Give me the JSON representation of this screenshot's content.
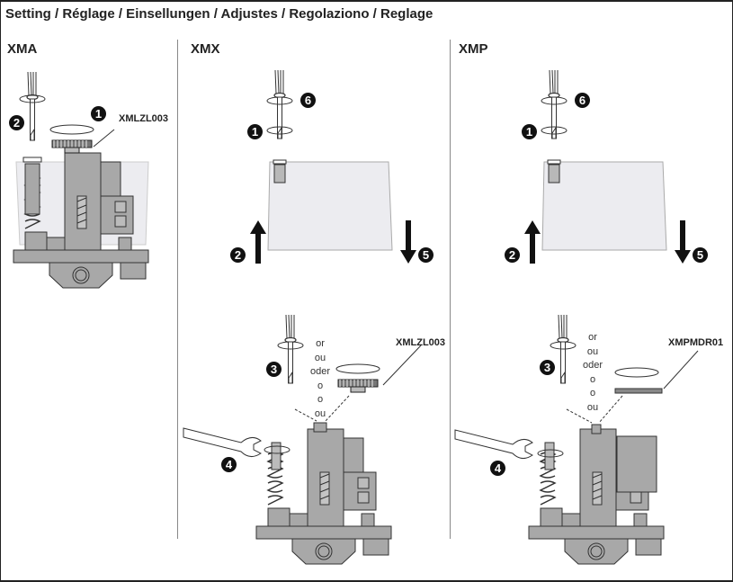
{
  "header": {
    "title": "Setting / Réglage / Einsellungen / Adjustes / Regolaziono / Reglage"
  },
  "sections": [
    {
      "name": "XMA",
      "steps": [
        "1",
        "2"
      ],
      "accessory_label": "XMLZL003"
    },
    {
      "name": "XMX",
      "top_steps": [
        "6",
        "1",
        "2",
        "5"
      ],
      "bottom_steps": [
        "3",
        "4"
      ],
      "alternatives": [
        "or",
        "ou",
        "oder",
        "o",
        "o",
        "ou"
      ],
      "accessory_label": "XMLZL003"
    },
    {
      "name": "XMP",
      "top_steps": [
        "6",
        "1",
        "2",
        "5"
      ],
      "bottom_steps": [
        "3",
        "4"
      ],
      "alternatives": [
        "or",
        "ou",
        "oder",
        "o",
        "o",
        "ou"
      ],
      "accessory_label": "XMPMDR01"
    }
  ],
  "colors": {
    "device_gray": "#a8a8a8",
    "cover_gray": "#e8e8ec",
    "badge": "#111111",
    "border": "#222222"
  }
}
